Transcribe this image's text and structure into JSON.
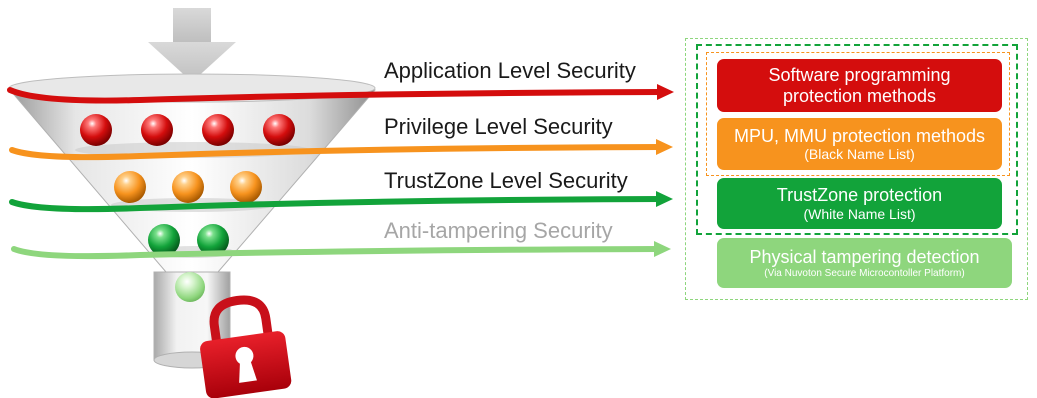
{
  "layers": [
    {
      "label": "Application Level Security",
      "color": "#d40d0d",
      "text_color": "#1a1a1a"
    },
    {
      "label": "Privilege Level Security",
      "color": "#f7931e",
      "text_color": "#1a1a1a"
    },
    {
      "label": "TrustZone Level Security",
      "color": "#12a33a",
      "text_color": "#1a1a1a"
    },
    {
      "label": "Anti-tampering Security",
      "color": "#8ed67d",
      "text_color": "#a6a6a6"
    }
  ],
  "boxes": [
    {
      "line1": "Software programming",
      "line2": "protection methods",
      "color": "#d40d0d"
    },
    {
      "line1": "MPU, MMU protection methods",
      "line2": "(Black Name List)",
      "color": "#f7931e"
    },
    {
      "line1": "TrustZone protection",
      "line2": "(White Name List)",
      "color": "#12a33a"
    },
    {
      "line1": "Physical tampering detection",
      "line2": "(Via Nuvoton Secure Microcontoller Platform)",
      "color": "#8ed67d"
    }
  ],
  "frames": {
    "outer_color": "#8ed67d",
    "middle_color": "#12a33a",
    "inner_color": "#f7931e"
  },
  "balls": {
    "red": "#d40d0d",
    "orange": "#f7931e",
    "green": "#12a33a",
    "light": "#8ed67d"
  }
}
